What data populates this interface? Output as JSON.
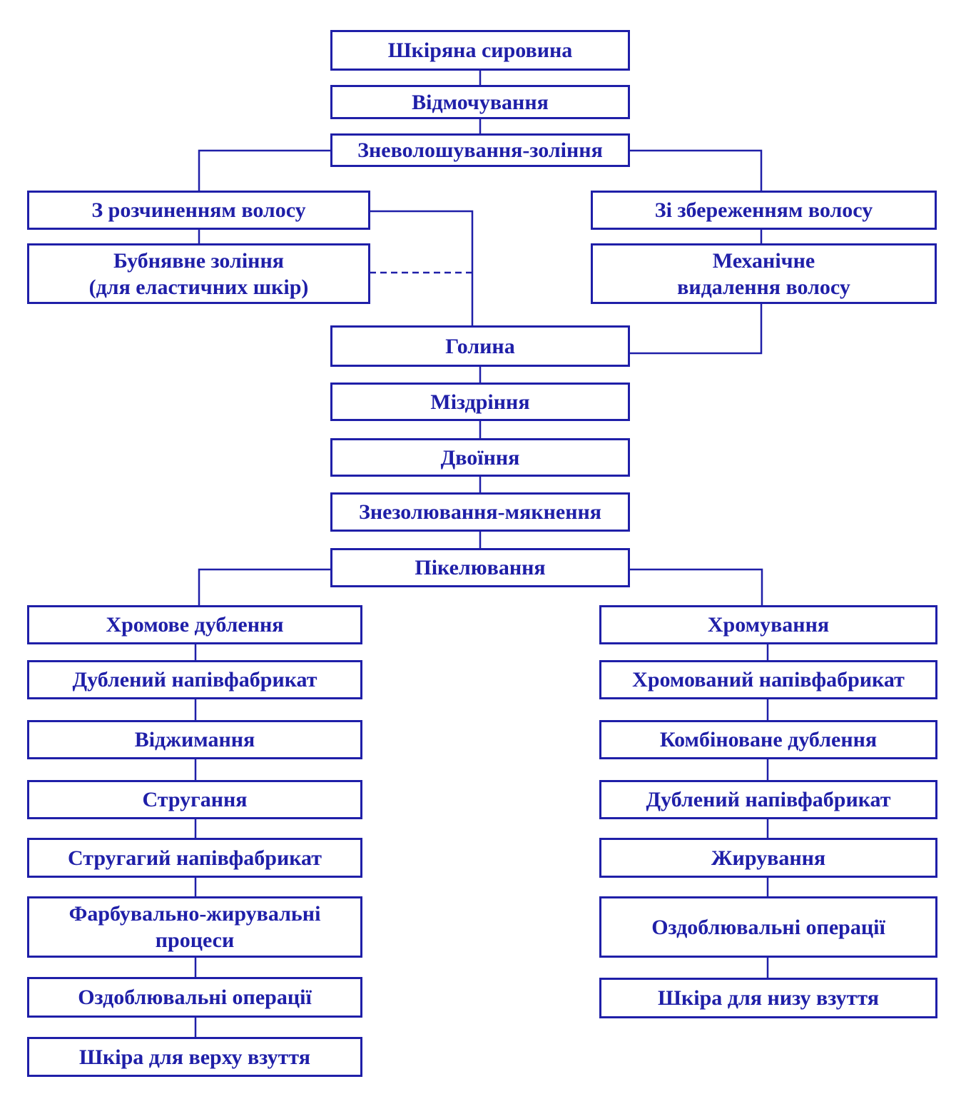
{
  "colors": {
    "ink": "#1f1fa8",
    "background": "#ffffff"
  },
  "main": {
    "raw": "Шкіряна сировина",
    "soaking": "Відмочування",
    "liming": "Зневолошування-зоління",
    "pelt": "Голина",
    "fleshing": "Міздріння",
    "splitting": "Двоїння",
    "deliming": "Знезолювання-мякнення",
    "pickling": "Пікелювання"
  },
  "hair_branch": {
    "dissolve": "З розчиненням волосу",
    "drum": "Бубнявне зоління\n(для еластичних шкір)",
    "preserve": "Зі збереженням волосу",
    "mechanical": "Механічне\nвидалення волосу"
  },
  "left_branch": [
    "Хромове дублення",
    "Дублений напівфабрикат",
    "Віджимання",
    "Стругання",
    "Стругагий напівфабрикат",
    "Фарбувально-жирувальні\nпроцеси",
    "Оздоблювальні операції",
    "Шкіра для верху взуття"
  ],
  "right_branch": [
    "Хромування",
    "Хромований напівфабрикат",
    "Комбіноване дублення",
    "Дублений напівфабрикат",
    "Жирування",
    "Оздоблювальні операції",
    "Шкіра для низу взуття"
  ]
}
